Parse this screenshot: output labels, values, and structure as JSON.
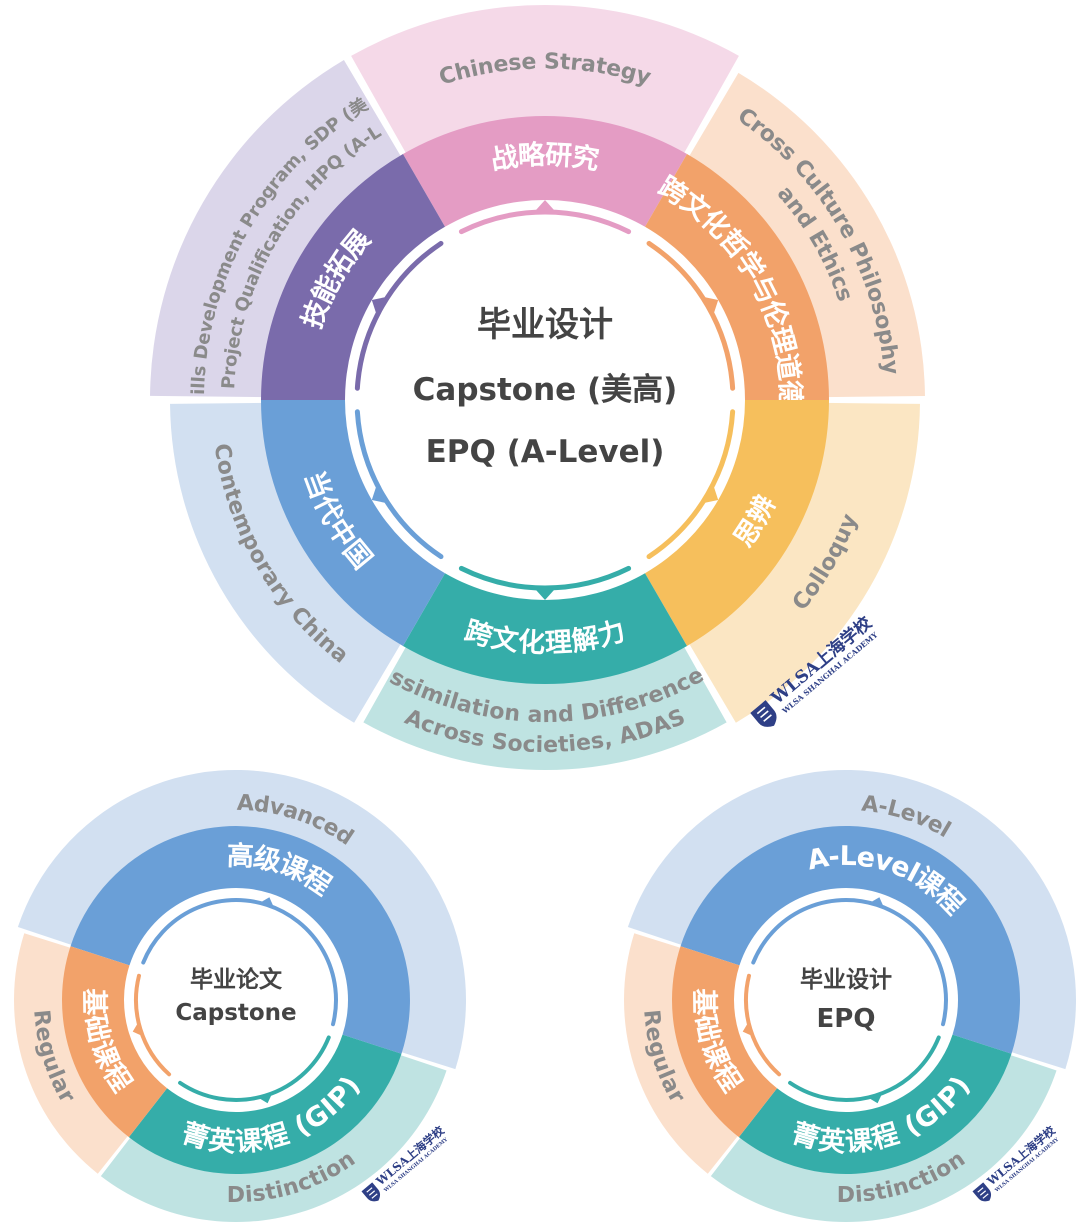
{
  "top": {
    "center": {
      "line1": "毕业设计",
      "line2": "Capstone (美高)",
      "line3": "EPQ (A-Level)"
    },
    "segments": [
      {
        "cn": "战略研究",
        "en": [
          "Chinese Strategy"
        ],
        "mid": "#e49cc4",
        "outer": "#f5d9e8"
      },
      {
        "cn": "跨文化哲学与伦理道德",
        "en": [
          "Cross Culture Philosophy",
          "and Ethics"
        ],
        "mid": "#f2a26a",
        "outer": "#fbe0cc"
      },
      {
        "cn": "思辨",
        "en": [
          "Colloquy"
        ],
        "mid": "#f6bf5c",
        "outer": "#fbe6c3"
      },
      {
        "cn": "跨文化理解力",
        "en": [
          "Assimilation and Differences",
          "Across Societies, ADAS"
        ],
        "mid": "#35ada9",
        "outer": "#bfe3e2"
      },
      {
        "cn": "当代中国",
        "en": [
          "Contemporary China"
        ],
        "mid": "#6a9fd7",
        "outer": "#d2e0f1"
      },
      {
        "cn": "技能拓展",
        "en": [
          "Skills Development Program, SDP (美高)",
          "High Project Qualification, HPQ (A-Level)"
        ],
        "mid": "#7a6bab",
        "outer": "#dbd6ea"
      }
    ]
  },
  "bottom_left": {
    "center": {
      "line1": "毕业论文",
      "line2": "Capstone"
    },
    "top": {
      "cn": "高级课程",
      "en": "Advanced"
    },
    "left": {
      "cn": "基础课程",
      "en": "Regular"
    },
    "right": {
      "cn": "菁英课程 (GIP)",
      "en": "Distinction"
    }
  },
  "bottom_right": {
    "center": {
      "line1": "毕业设计",
      "line2": "EPQ"
    },
    "top": {
      "cn": "A-Level课程",
      "en": "A-Level"
    },
    "left": {
      "cn": "基础课程",
      "en": "Regular"
    },
    "right": {
      "cn": "菁英课程 (GIP)",
      "en": "Distinction"
    }
  },
  "logo": {
    "cn": "WLSA上海学校",
    "en": "WLSA SHANGHAI ACADEMY"
  },
  "colors": {
    "text_dark": "#444444",
    "outer_text": "#8a8a8a",
    "advanced_mid": "#6a9fd7",
    "advanced_outer": "#d2e0f1",
    "regular_mid": "#f2a26a",
    "regular_outer": "#fbe0cc",
    "distinction_mid": "#35ada9",
    "distinction_outer": "#bfe3e2",
    "logo": "#2e3f86"
  }
}
